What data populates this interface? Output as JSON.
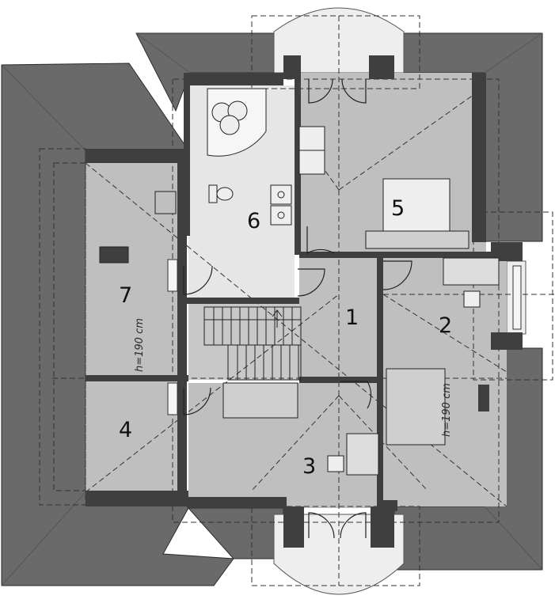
{
  "plan": {
    "rooms": [
      {
        "id": "room-1",
        "number": "1"
      },
      {
        "id": "room-2",
        "number": "2"
      },
      {
        "id": "room-3",
        "number": "3"
      },
      {
        "id": "room-4",
        "number": "4"
      },
      {
        "id": "room-5",
        "number": "5"
      },
      {
        "id": "room-6",
        "number": "6"
      },
      {
        "id": "room-7",
        "number": "7"
      }
    ],
    "height_labels": [
      {
        "id": "height-label-room-7",
        "text": "h=190 cm"
      },
      {
        "id": "height-label-room-2",
        "text": "h=190 cm"
      }
    ],
    "colors": {
      "roof": "#6a6a6a",
      "wall": "#3f3f3f",
      "floor": "#bfbfbf",
      "bathroom_floor": "#e6e6e6",
      "bay": "#eeeeee"
    }
  }
}
